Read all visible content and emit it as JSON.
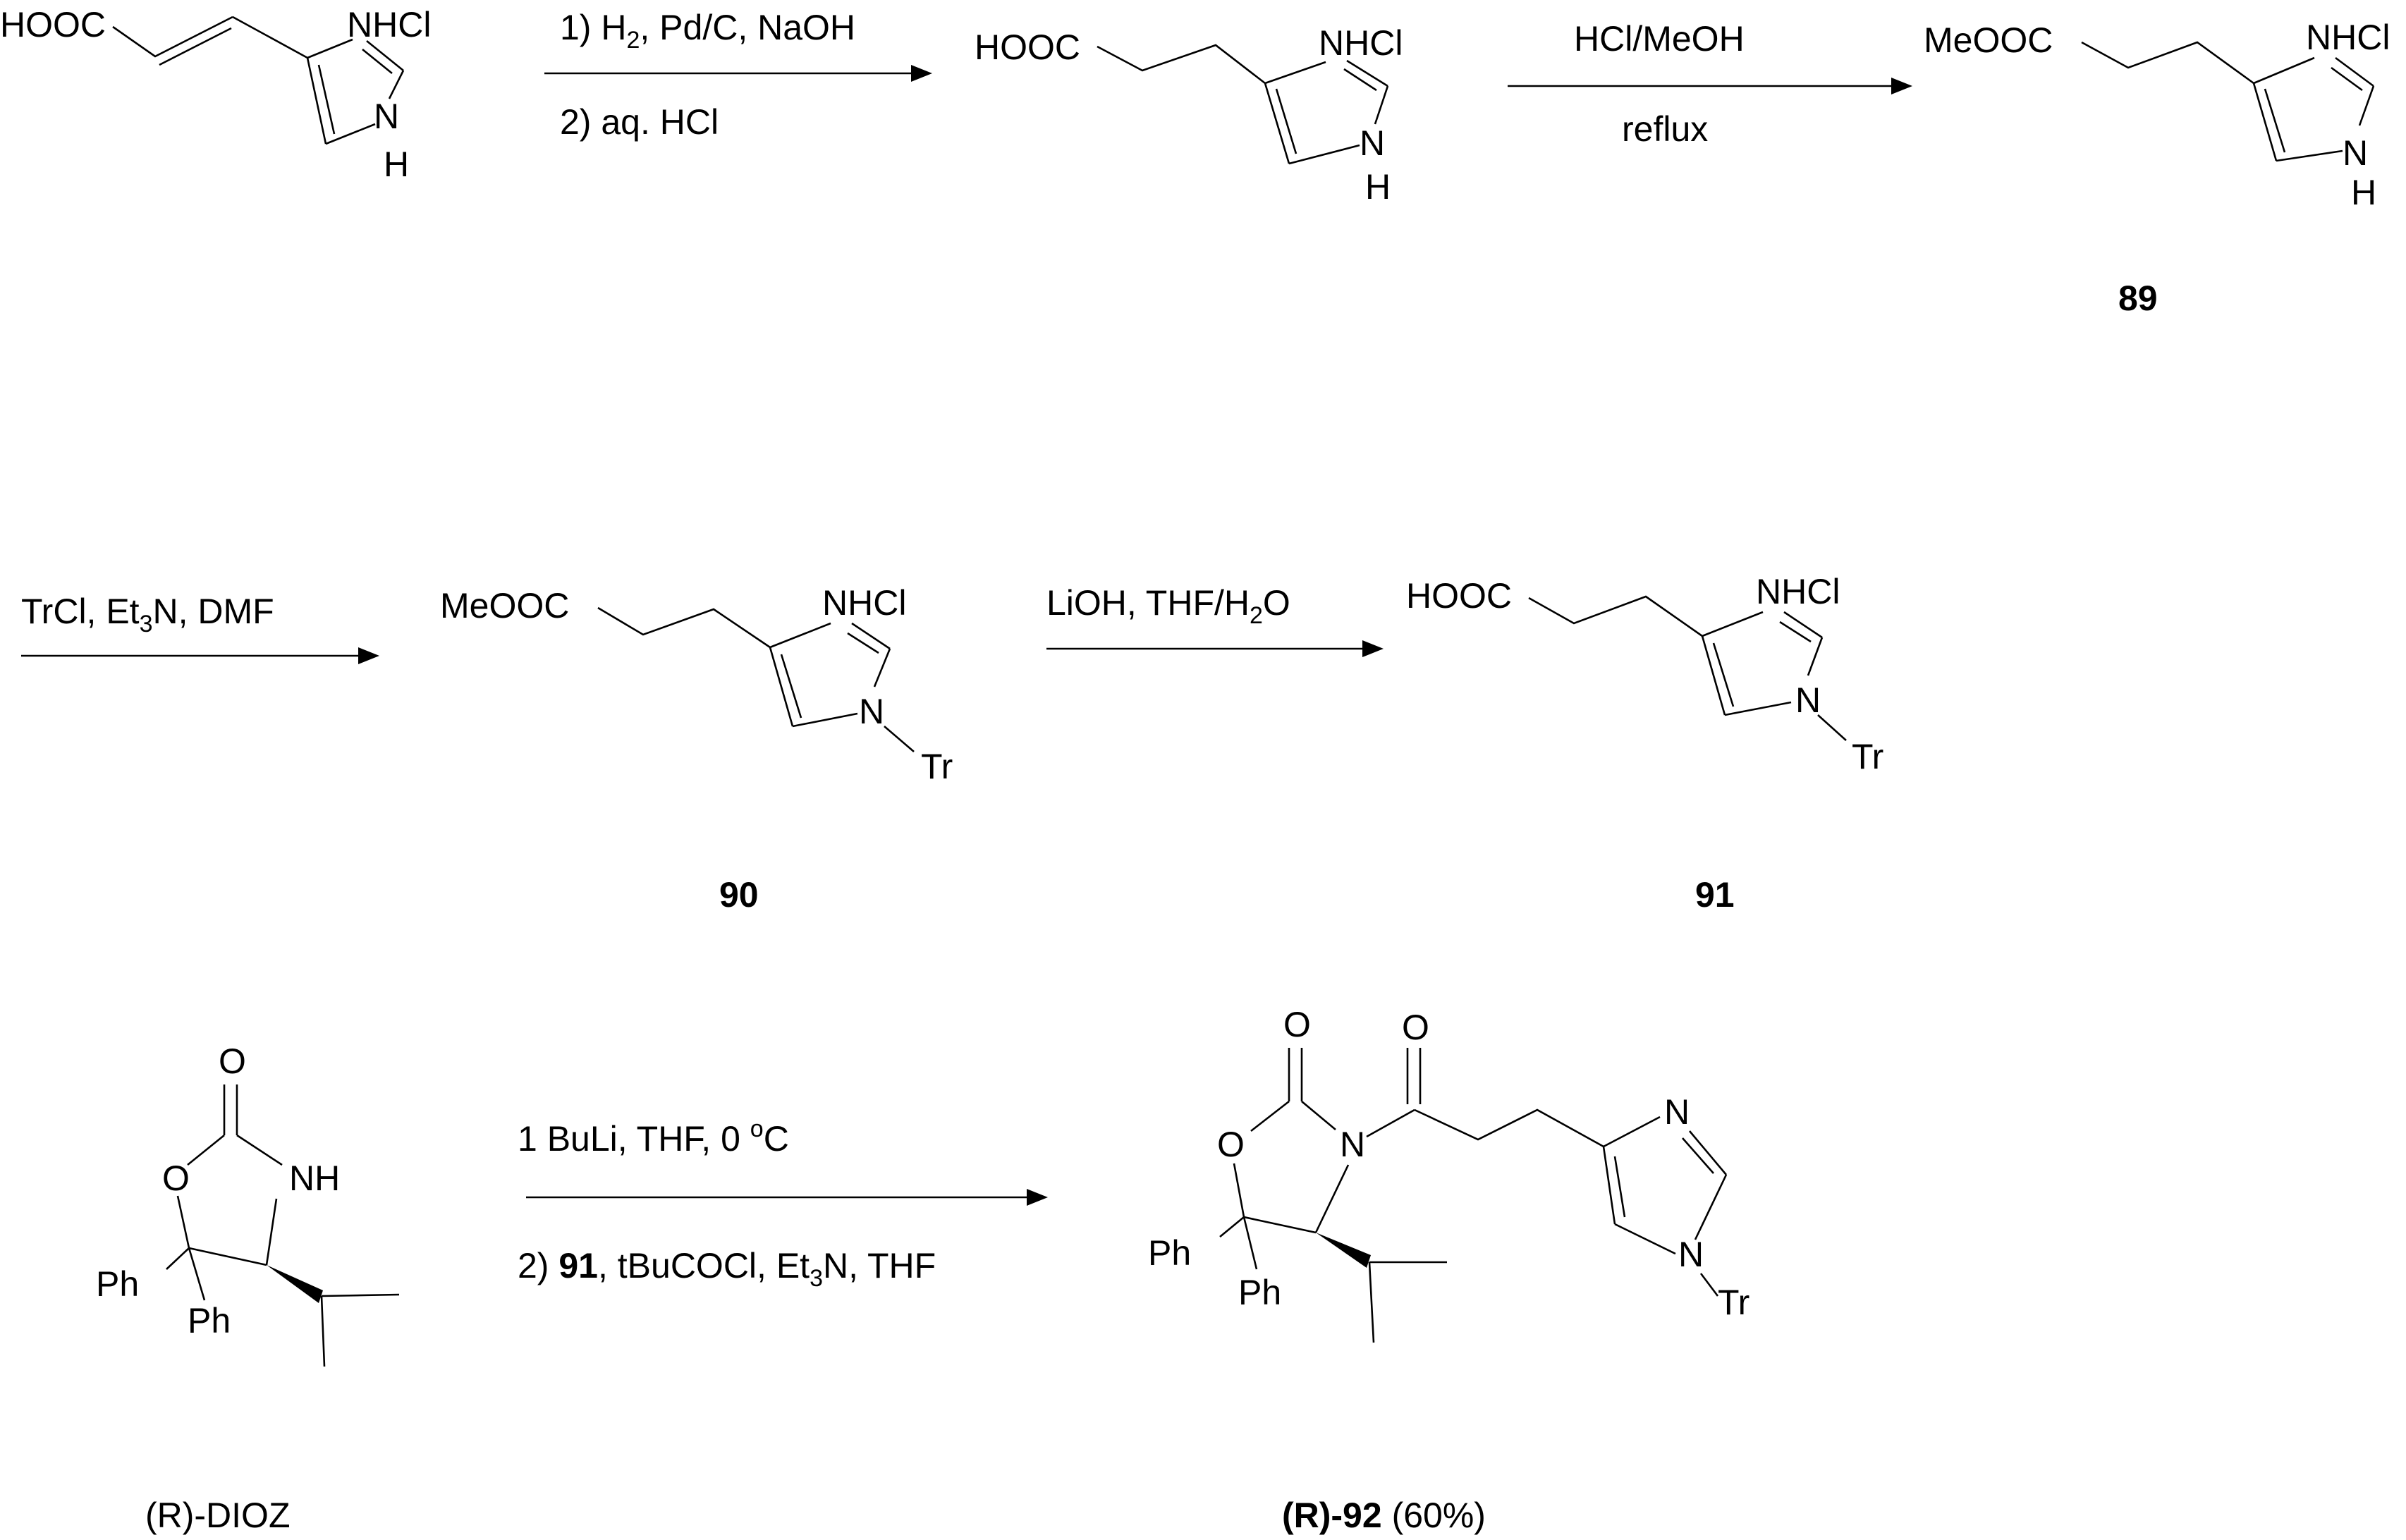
{
  "atoms": {
    "HOOC": "HOOC",
    "MeOOC": "MeOOC",
    "NHCl": "NHCl",
    "N": "N",
    "NH": "NH",
    "H": "H",
    "Tr": "Tr",
    "O": "O",
    "Ph": "Ph"
  },
  "reagents": {
    "r1_line1_a": "1) H",
    "r1_line1_sub": "2",
    "r1_line1_b": ", Pd/C, NaOH",
    "r1_line2": "2) aq. HCl",
    "r2_line1": "HCl/MeOH",
    "r2_line2": "reflux",
    "r3_line1_a": "TrCl, Et",
    "r3_line1_sub": "3",
    "r3_line1_b": "N, DMF",
    "r4_line1_a": "LiOH, THF/H",
    "r4_line1_sub": "2",
    "r4_line1_b": "O",
    "r5_line1_a": "1  BuLi, THF, 0 ",
    "r5_line1_sup": "o",
    "r5_line1_b": "C",
    "r5_line2_a": "2) ",
    "r5_line2_bold": "91",
    "r5_line2_b": ", tBuCOCl, Et",
    "r5_line2_sub": "3",
    "r5_line2_c": "N, THF"
  },
  "labels": {
    "c89": "89",
    "c90": "90",
    "c91": "91",
    "dioz": "(R)-DIOZ",
    "c92_bold": "(R)-92",
    "c92_yield": " (60%)"
  }
}
